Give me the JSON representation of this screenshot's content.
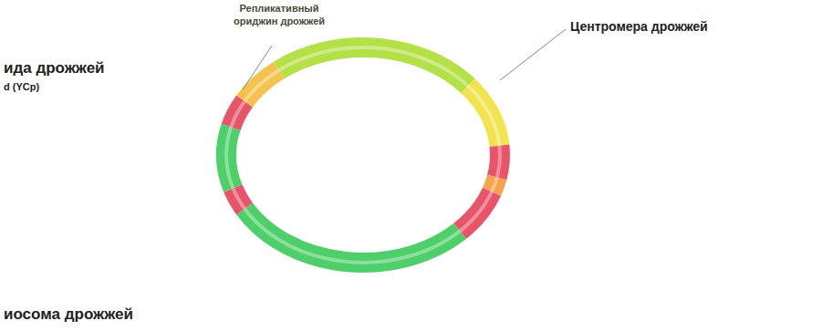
{
  "diagram": {
    "labels": [
      "Репликативный ориджин дрожжей",
      "Центромера дрожжей",
      "ида дрожжей",
      "d (YCp)",
      "иосома дрожжей"
    ]
  }
}
